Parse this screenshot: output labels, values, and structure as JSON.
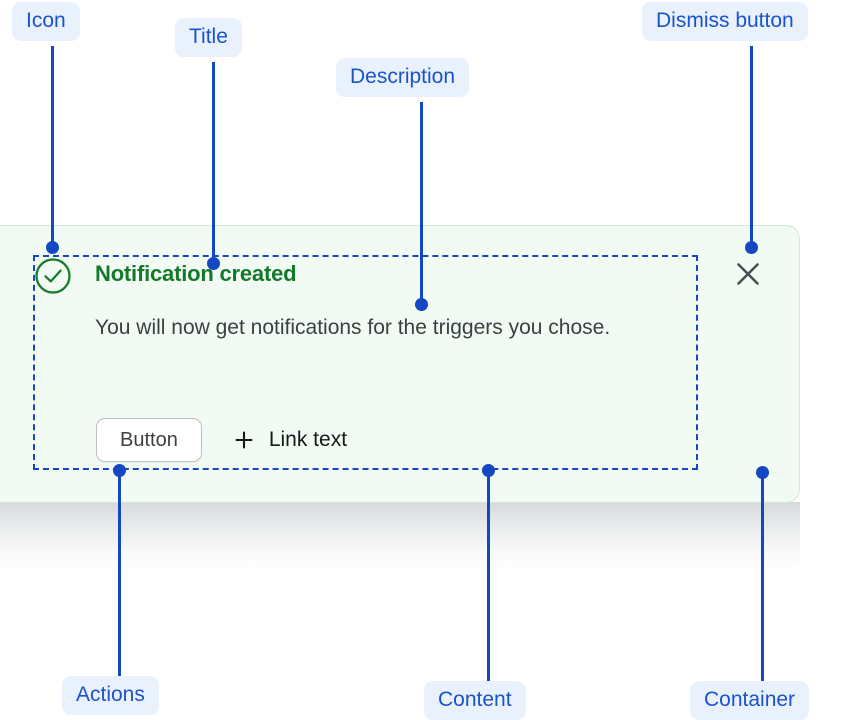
{
  "notification": {
    "icon": "check-circle-icon",
    "title": "Notification created",
    "description": "You will now get notifications for the triggers you chose.",
    "button_label": "Button",
    "link_label": "Link text",
    "link_icon": "plus-icon",
    "dismiss_icon": "close-icon",
    "colors": {
      "background": "#f2faf4",
      "border": "#cfe9d6",
      "title": "#14792b",
      "icon": "#14792b",
      "description": "#3c4043",
      "button_border": "#bcc0c4",
      "link": "#16181a",
      "dismiss": "#4a4f54"
    }
  },
  "annotations": {
    "accent": "#1347c4",
    "pill_background": "#e9f1fd",
    "pill_text": "#1a53cc",
    "items": [
      {
        "label": "Icon"
      },
      {
        "label": "Title"
      },
      {
        "label": "Description"
      },
      {
        "label": "Dismiss button"
      },
      {
        "label": "Actions"
      },
      {
        "label": "Content"
      },
      {
        "label": "Container"
      }
    ]
  }
}
